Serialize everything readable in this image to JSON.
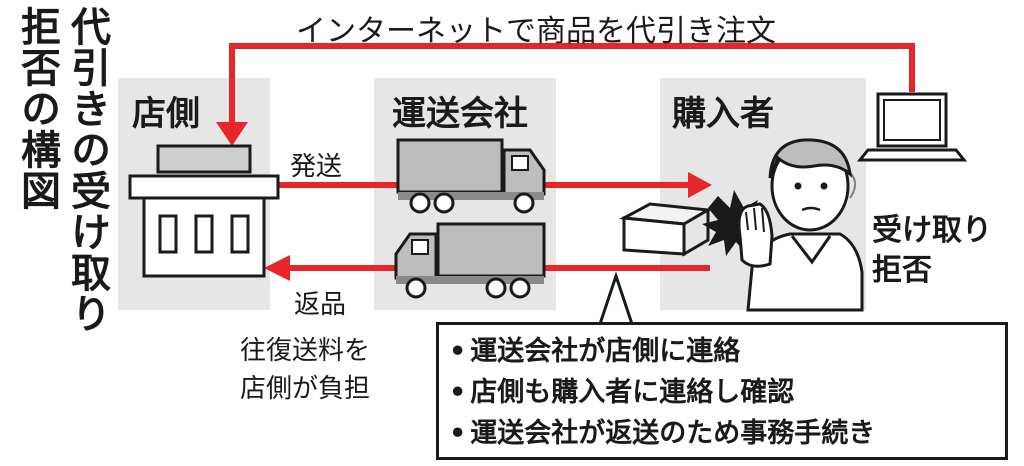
{
  "title_vertical_1": "代引きの受け取り",
  "title_vertical_2": "拒否の構図",
  "top_flow_label": "インターネットで商品を代引き注文",
  "columns": {
    "shop": "店側",
    "carrier": "運送会社",
    "buyer": "購入者"
  },
  "flows": {
    "ship": "発送",
    "return": "返品",
    "cost_note_1": "往復送料を",
    "cost_note_2": "店側が負担"
  },
  "refusal": {
    "line1": "受け取り",
    "line2": "拒否"
  },
  "notes": [
    "運送会社が店側に連絡",
    "店側も購入者に連絡し確認",
    "運送会社が返送のため事務手続き"
  ],
  "colors": {
    "accent": "#e8262a",
    "panel": "#e6e6e6",
    "ink": "#1a1a1a"
  },
  "icons": [
    "shop-icon",
    "truck-icon",
    "laptop-icon",
    "package-icon",
    "buyer-person-icon",
    "impact-burst-icon"
  ]
}
